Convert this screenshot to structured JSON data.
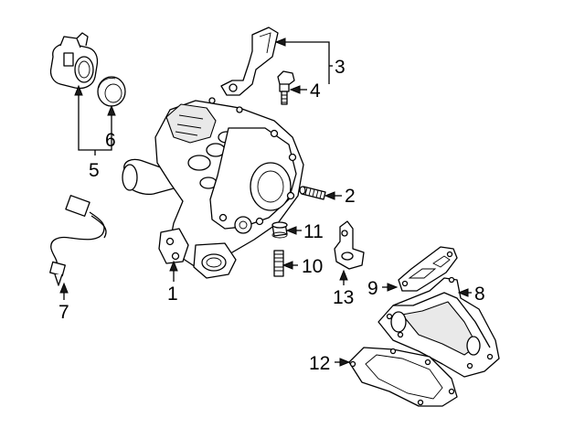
{
  "callouts": [
    {
      "id": "c1",
      "text": "1"
    },
    {
      "id": "c2",
      "text": "2"
    },
    {
      "id": "c3",
      "text": "3"
    },
    {
      "id": "c4",
      "text": "4"
    },
    {
      "id": "c5",
      "text": "5"
    },
    {
      "id": "c6",
      "text": "6"
    },
    {
      "id": "c7",
      "text": "7"
    },
    {
      "id": "c8",
      "text": "8"
    },
    {
      "id": "c9",
      "text": "9"
    },
    {
      "id": "c10",
      "text": "10"
    },
    {
      "id": "c11",
      "text": "11"
    },
    {
      "id": "c12",
      "text": "12"
    },
    {
      "id": "c13",
      "text": "13"
    }
  ],
  "parts": [
    {
      "name": "turbocharger",
      "callout": "1"
    },
    {
      "name": "stud",
      "callout": "2"
    },
    {
      "name": "bracket",
      "callout": "3"
    },
    {
      "name": "bolt",
      "callout": "4"
    },
    {
      "name": "throttle-body-assembly",
      "callout": "5"
    },
    {
      "name": "seal-ring",
      "callout": "6"
    },
    {
      "name": "oxygen-sensor",
      "callout": "7"
    },
    {
      "name": "egr-cooler",
      "callout": "8"
    },
    {
      "name": "upper-gasket",
      "callout": "9"
    },
    {
      "name": "short-stud",
      "callout": "10"
    },
    {
      "name": "nut",
      "callout": "11"
    },
    {
      "name": "lower-gasket",
      "callout": "12"
    },
    {
      "name": "mount-bracket",
      "callout": "13"
    }
  ]
}
